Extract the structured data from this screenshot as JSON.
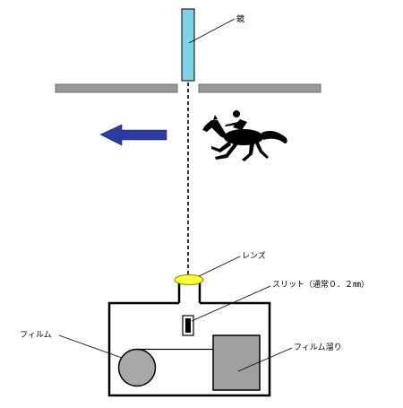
{
  "labels": {
    "mirror": "鏡",
    "lens": "レンズ",
    "slit": "スリット（通常０．２㎜）",
    "film": "フィルム",
    "film_storage": "フィルム溜り"
  },
  "colors": {
    "mirror_fill": "#7fd3e6",
    "lens_fill": "#ffff33",
    "arrow_fill": "#2b3b9e",
    "rail_fill": "#999999",
    "storage_fill": "#a0a0a0",
    "spool_fill": "#a8a8a8",
    "outline": "#000000"
  },
  "icons": {
    "horse": "racehorse-with-jockey-icon",
    "arrow": "left-arrow-icon"
  }
}
